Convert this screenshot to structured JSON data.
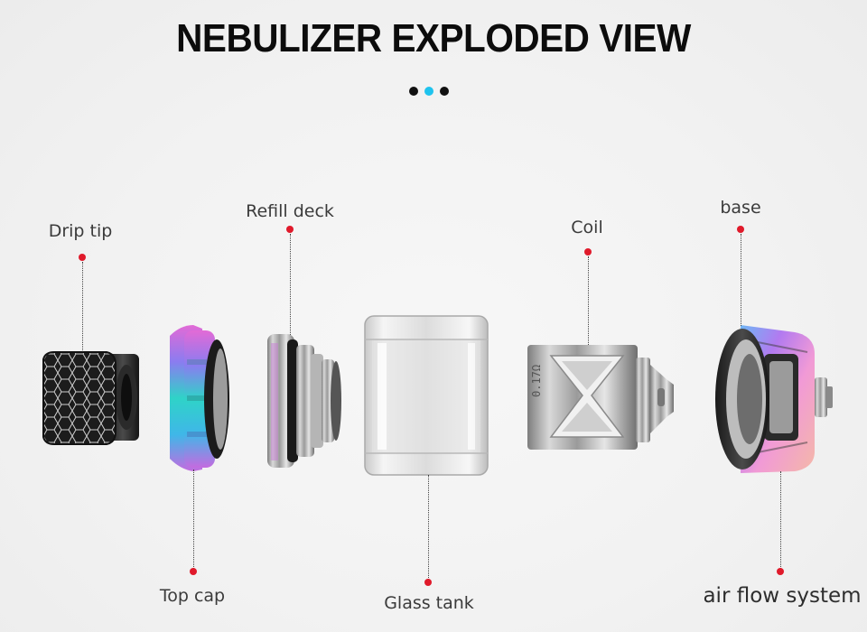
{
  "title": "NEBULIZER EXPLODED VIEW",
  "page_dots": [
    {
      "color": "#111111",
      "active": false
    },
    {
      "color": "#1fc3ee",
      "active": true
    },
    {
      "color": "#111111",
      "active": false
    }
  ],
  "accent_color": "#e01a2b",
  "parts": [
    {
      "id": "drip-tip",
      "label": "Drip tip"
    },
    {
      "id": "top-cap",
      "label": "Top cap"
    },
    {
      "id": "refill-deck",
      "label": "Refill deck"
    },
    {
      "id": "glass-tank",
      "label": "Glass tank"
    },
    {
      "id": "coil",
      "label": "Coil",
      "coil_marking": "0.17Ω"
    },
    {
      "id": "base",
      "label": "base"
    },
    {
      "id": "air-flow",
      "label": "air flow system"
    }
  ]
}
